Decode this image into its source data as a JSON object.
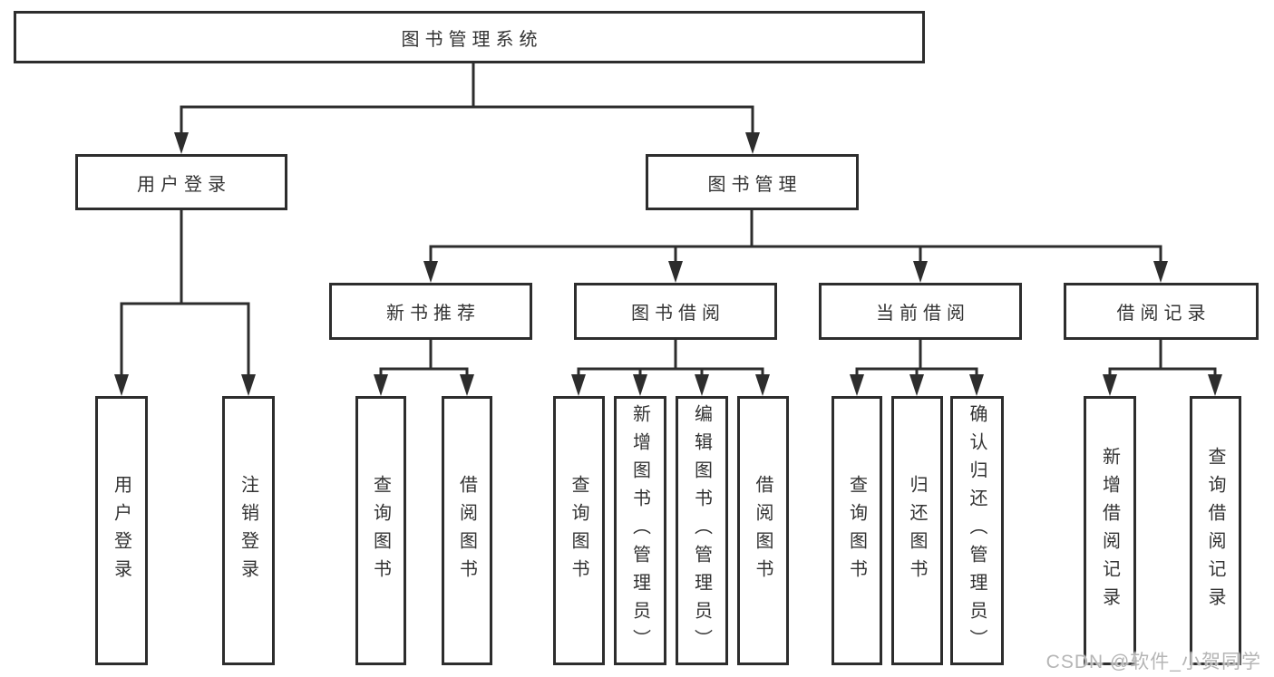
{
  "tree": {
    "label": "图书管理系统",
    "children": [
      {
        "label": "用户登录",
        "children": [
          {
            "label": "用户登录"
          },
          {
            "label": "注销登录"
          }
        ]
      },
      {
        "label": "图书管理",
        "children": [
          {
            "label": "新书推荐",
            "children": [
              {
                "label": "查询图书"
              },
              {
                "label": "借阅图书"
              }
            ]
          },
          {
            "label": "图书借阅",
            "children": [
              {
                "label": "查询图书"
              },
              {
                "label": "新增图书（管理员）"
              },
              {
                "label": "编辑图书（管理员）"
              },
              {
                "label": "借阅图书"
              }
            ]
          },
          {
            "label": "当前借阅",
            "children": [
              {
                "label": "查询图书"
              },
              {
                "label": "归还图书"
              },
              {
                "label": "确认归还（管理员）"
              }
            ]
          },
          {
            "label": "借阅记录",
            "children": [
              {
                "label": "新增借阅记录"
              },
              {
                "label": "查询借阅记录"
              }
            ]
          }
        ]
      }
    ]
  },
  "watermark": {
    "text": "CSDN @软件_小贺同学"
  },
  "colors": {
    "line": "#2d2d2d",
    "box_border": "#2d2d2d",
    "text": "#333333",
    "background": "#ffffff",
    "watermark": "#b5b5b5"
  }
}
